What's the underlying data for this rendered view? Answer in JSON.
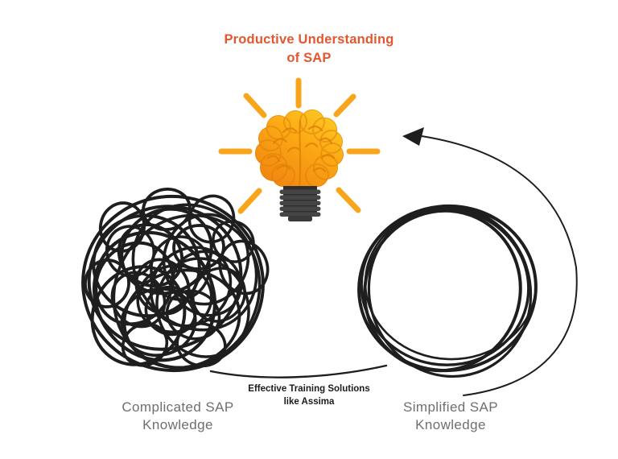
{
  "title": {
    "line1": "Productive Understanding",
    "line2": "of SAP"
  },
  "labels": {
    "transition_line1": "Effective Training Solutions",
    "transition_line2": "like Assima",
    "complicated_line1": "Complicated SAP",
    "complicated_line2": "Knowledge",
    "simplified_line1": "Simplified SAP",
    "simplified_line2": "Knowledge"
  },
  "icons": {
    "bulb": "brain-lightbulb-icon",
    "rays": "light-rays-icon",
    "tangle": "tangled-scribble-icon",
    "loop": "circle-scribble-icon",
    "arrow": "curved-arrow-icon"
  },
  "colors": {
    "title_orange": "#E4572E",
    "ray_orange": "#F9A51B",
    "brain_yellow": "#FFD226",
    "brain_mid": "#FBA714",
    "brain_orange": "#EF7D11",
    "brain_fold": "#DC7E06",
    "bulb_base_gray": "#3E3E3E",
    "scribble_black": "#1E1E1E",
    "label_gray": "#6F6F6F",
    "background": "#FFFFFF"
  }
}
